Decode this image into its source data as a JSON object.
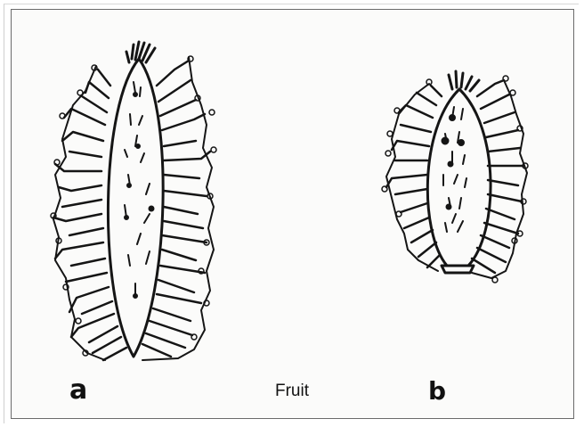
{
  "figure": {
    "caption": "Fruit",
    "panel_a_label": "a",
    "panel_b_label": "b"
  },
  "colors": {
    "ink": "#151515",
    "background": "#fbfbfa",
    "frame": "#6b6b6b"
  }
}
